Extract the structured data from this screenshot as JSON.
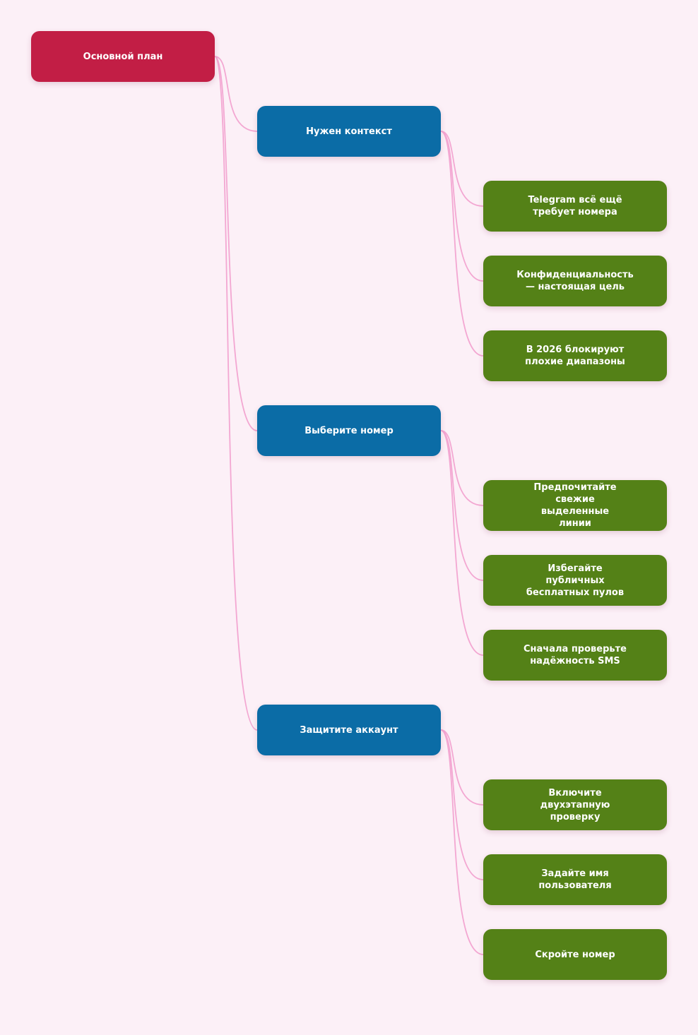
{
  "colors": {
    "background": "#fcf0f7",
    "root": "#c21e45",
    "branch": "#0b6ca6",
    "leaf": "#548117",
    "connector": "#f3a7d2"
  },
  "root": {
    "label": "Основной план"
  },
  "branches": [
    {
      "label": "Нужен контекст",
      "children": [
        "Telegram всё ещё\nтребует номера",
        "Конфиденциальность\n— настоящая цель",
        "В 2026 блокируют\nплохие диапазоны"
      ]
    },
    {
      "label": "Выберите номер",
      "children": [
        "Предпочитайте\nсвежие выделенные\nлинии",
        "Избегайте\nпубличных\nбесплатных пулов",
        "Сначала проверьте\nнадёжность SMS"
      ]
    },
    {
      "label": "Защитите аккаунт",
      "children": [
        "Включите\nдвухэтапную\nпроверку",
        "Задайте имя\nпользователя",
        "Скройте номер"
      ]
    }
  ]
}
